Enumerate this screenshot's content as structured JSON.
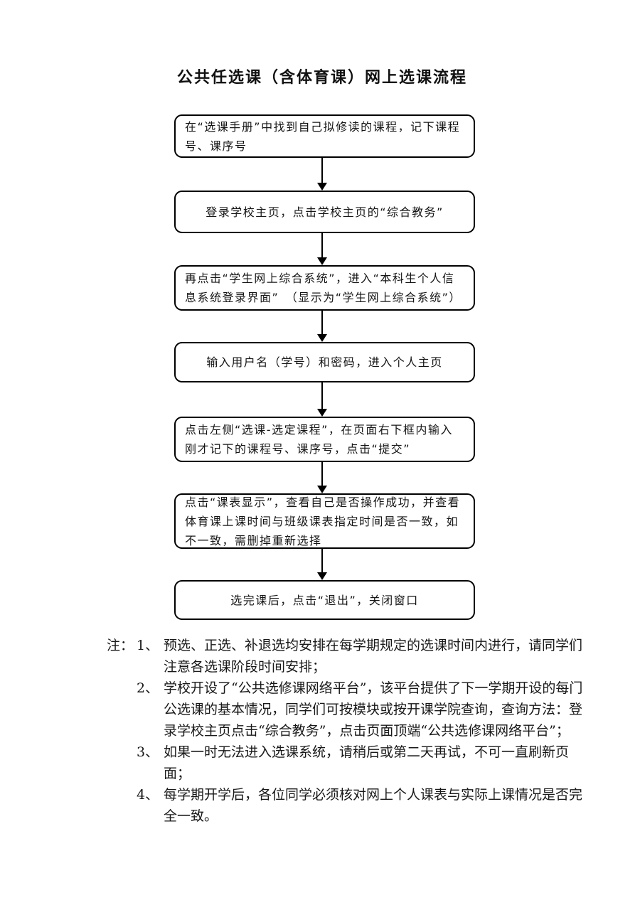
{
  "page": {
    "title": "公共任选课（含体育课）网上选课流程"
  },
  "flowchart": {
    "steps": [
      {
        "text": "在“选课手册”中找到自己拟修读的课程，记下课程号、课序号"
      },
      {
        "text": "登录学校主页，点击学校主页的“综合教务”"
      },
      {
        "text": "再点击“学生网上综合系统”，进入“本科生个人信息系统登录界面”　（显示为“学生网上综合系统”）"
      },
      {
        "text": "输入用户名（学号）和密码，进入个人主页"
      },
      {
        "text": "点击左侧“选课-选定课程”，在页面右下框内输入刚才记下的课程号、课序号，点击“提交”"
      },
      {
        "text": "点击“课表显示”，查看自己是否操作成功，并查看体育课上课时间与班级课表指定时间是否一致，如不一致，需删掉重新选择"
      },
      {
        "text": "选完课后，点击“退出”，关闭窗口"
      }
    ],
    "connector_icon": "arrow-down"
  },
  "notes": {
    "label": "注：",
    "items": [
      {
        "num": "1、",
        "text": "预选、正选、补退选均安排在每学期规定的选课时间内进行，请同学们注意各选课阶段时间安排；"
      },
      {
        "num": "2、",
        "text": "学校开设了“公共选修课网络平台”，该平台提供了下一学期开设的每门公选课的基本情况，同学们可按模块或按开课学院查询，查询方法：登录学校主页点击“综合教务”，点击页面顶端“公共选修课网络平台”；"
      },
      {
        "num": "3、",
        "text": "如果一时无法进入选课系统，请稍后或第二天再试，不可一直刷新页面；"
      },
      {
        "num": "4、",
        "text": "每学期开学后，各位同学必须核对网上个人课表与实际上课情况是否完全一致。"
      }
    ]
  },
  "colors": {
    "ink": "#1c1c1c",
    "background": "#ffffff",
    "box_border": "#000000"
  }
}
